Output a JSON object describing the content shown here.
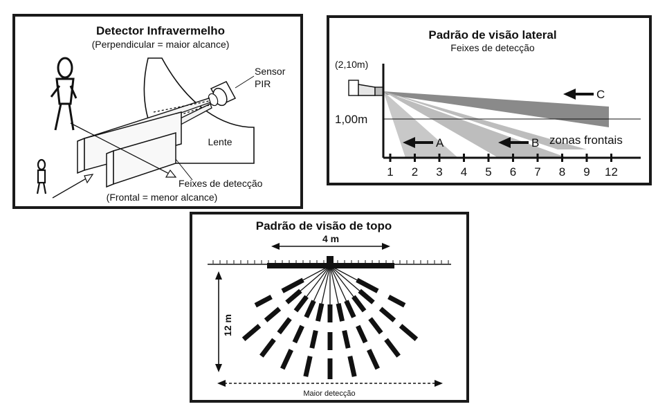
{
  "ir_panel": {
    "title": "Detector Infravermelho",
    "subtitle": "(Perpendicular = maior alcance)",
    "sensor_label_1": "Sensor",
    "sensor_label_2": "PIR",
    "lens_label": "Lente",
    "beams_label": "Feixes de detecção",
    "bottom_caption": "(Frontal = menor alcance)"
  },
  "side_panel": {
    "title": "Padrão de visão lateral",
    "subtitle": "Feixes de detecção",
    "height_top_label": "(2,10m)",
    "height_mid_label": "1,00m",
    "zone_a": "A",
    "zone_b": "B",
    "zone_c": "C",
    "front_zones_label": "zonas frontais",
    "x_ticks": [
      "1",
      "2",
      "3",
      "4",
      "5",
      "6",
      "7",
      "8",
      "9",
      "12"
    ],
    "colors": {
      "zone_a": "#c8c8c8",
      "zone_b": "#bdbdbd",
      "zone_c": "#8a8a8a"
    }
  },
  "top_panel": {
    "title": "Padrão de visão de topo",
    "width_label": "4 m",
    "depth_label": "12 m",
    "bottom_label": "Maior detecção"
  }
}
